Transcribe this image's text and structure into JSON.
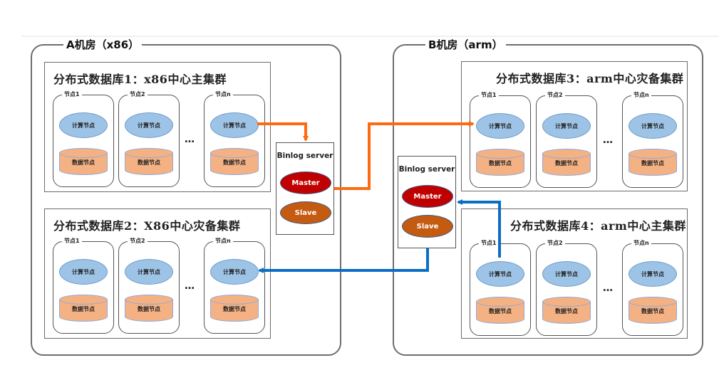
{
  "colors": {
    "replication_forward": "#ff6a10",
    "replication_back": "#0a6fc2",
    "compute_fill": "#9dc3e6",
    "data_fill": "#f4b183",
    "master_fill": "#c00000",
    "slave_fill": "#c55a11"
  },
  "rooms": {
    "a": {
      "title": "A机房（x86）",
      "clusters": {
        "top": {
          "title": "分布式数据库1：x86中心主集群",
          "nodes": [
            "节点1",
            "节点2",
            "节点n"
          ],
          "compute_label": "计算节点",
          "data_label": "数据节点",
          "ellipsis": "…"
        },
        "bottom": {
          "title": "分布式数据库2：X86中心灾备集群",
          "nodes": [
            "节点1",
            "节点2",
            "节点n"
          ],
          "compute_label": "计算节点",
          "data_label": "数据节点",
          "ellipsis": "…"
        }
      }
    },
    "b": {
      "title": "B机房（arm）",
      "clusters": {
        "top": {
          "title": "分布式数据库3：arm中心灾备集群",
          "nodes": [
            "节点1",
            "节点2",
            "节点n"
          ],
          "compute_label": "计算节点",
          "data_label": "数据节点",
          "ellipsis": "…"
        },
        "bottom": {
          "title": "分布式数据库4：arm中心主集群",
          "nodes": [
            "节点1",
            "节点2",
            "节点n"
          ],
          "compute_label": "计算节点",
          "data_label": "数据节点",
          "ellipsis": "…"
        }
      }
    }
  },
  "binlog_servers": {
    "a": {
      "title": "Binlog server",
      "master": "Master",
      "slave": "Slave"
    },
    "b": {
      "title": "Binlog server",
      "master": "Master",
      "slave": "Slave"
    }
  },
  "flows": [
    {
      "from": "分布式数据库1 节点n 计算节点",
      "to": "A Binlog server",
      "color": "orange"
    },
    {
      "from": "A Binlog server Master",
      "to": "分布式数据库3 节点1 计算节点",
      "color": "orange"
    },
    {
      "from": "分布式数据库4 节点1 计算节点",
      "to": "B Binlog server Master",
      "color": "blue"
    },
    {
      "from": "B Binlog server",
      "to": "分布式数据库2 节点n 计算节点",
      "color": "blue"
    }
  ]
}
